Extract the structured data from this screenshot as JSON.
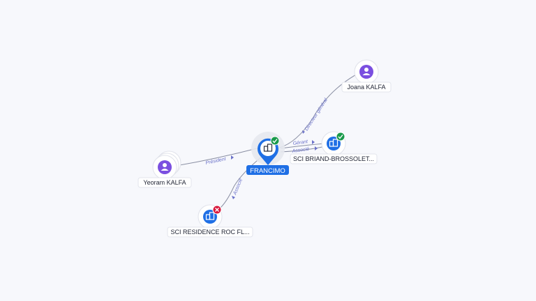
{
  "graph": {
    "center": {
      "name": "FRANCIMO",
      "icon": "company-icon",
      "status": "active",
      "accent": "#1f6fe5"
    },
    "people": [
      {
        "id": "yeoram",
        "name": "Yeoram KALFA",
        "icon": "person-icon",
        "color": "#7b4fe0",
        "stacked": true
      },
      {
        "id": "joana",
        "name": "Joana KALFA",
        "icon": "person-icon",
        "color": "#7b4fe0",
        "stacked": false
      }
    ],
    "companies": [
      {
        "id": "briand",
        "name": "SCI BRIAND-BROSSOLET...",
        "icon": "company-icon",
        "status": "active",
        "color": "#1f6fe5"
      },
      {
        "id": "residence",
        "name": "SCI RESIDENCE ROC FL...",
        "icon": "company-icon",
        "status": "closed",
        "color": "#1f6fe5"
      }
    ],
    "relations": [
      {
        "from": "yeoram",
        "label": "Président"
      },
      {
        "from": "joana",
        "label": "Directeur général"
      },
      {
        "to": "briand",
        "label": "Gérant"
      },
      {
        "to": "briand",
        "label": "Associé"
      },
      {
        "to": "residence",
        "label": "Associé"
      }
    ],
    "status_colors": {
      "active": "#1a9a4b",
      "closed": "#d8173c"
    }
  }
}
